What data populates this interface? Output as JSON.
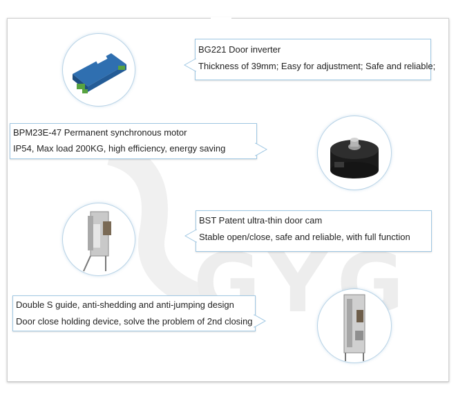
{
  "watermark": "GYG",
  "items": [
    {
      "title": "BG221 Door inverter",
      "desc": "Thickness of 39mm; Easy for adjustment; Safe and reliable;",
      "image": "door-inverter"
    },
    {
      "title": "BPM23E-47 Permanent synchronous motor",
      "desc": "IP54, Max load 200KG, high efficiency, energy saving",
      "image": "synchronous-motor"
    },
    {
      "title": "BST Patent ultra-thin door cam",
      "desc": "Stable open/close, safe and reliable, with full function",
      "image": "door-cam"
    },
    {
      "title": "Double S guide, anti-shedding and anti-jumping design",
      "desc": "Door close holding device, solve the problem of 2nd closing",
      "image": "s-guide-device"
    }
  ]
}
